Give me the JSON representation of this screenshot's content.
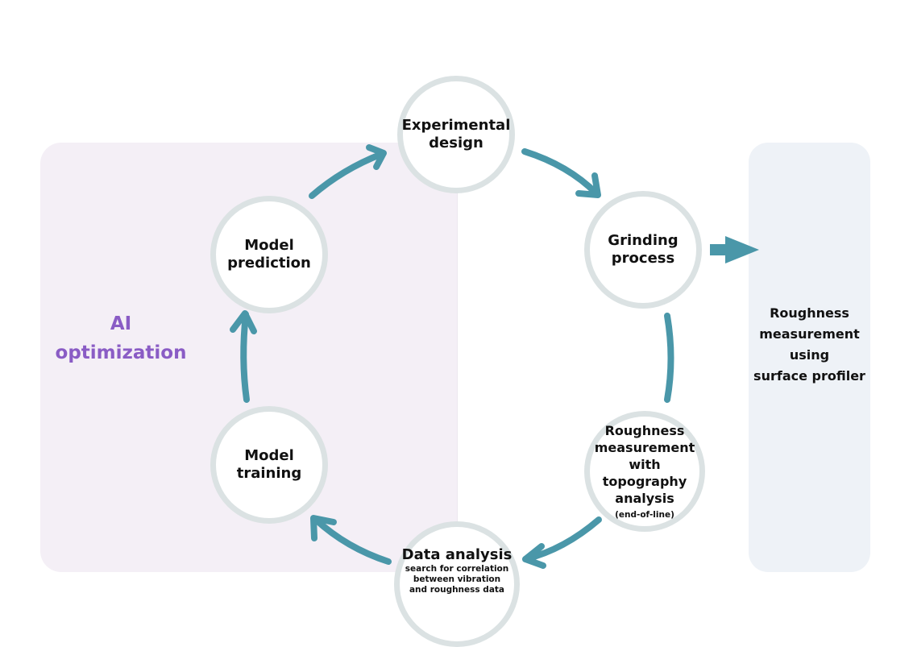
{
  "panels": {
    "ai_optimization": {
      "label_line1": "AI",
      "label_line2": "optimization",
      "color": "#8a5cc5",
      "background": "#f4eff6"
    },
    "surface_profiler": {
      "line1": "Roughness",
      "line2": "measurement",
      "line3": "using",
      "line4": "surface profiler",
      "background": "#eef2f7"
    }
  },
  "colors": {
    "arrow": "#4a97a9",
    "node_ring": "#dbe2e3"
  },
  "nodes": [
    {
      "id": "experimental-design",
      "line1": "Experimental",
      "line2": "design"
    },
    {
      "id": "grinding-process",
      "line1": "Grinding",
      "line2": "process"
    },
    {
      "id": "roughness-topography",
      "line1": "Roughness",
      "line2": "measurement",
      "line3": "with topography",
      "line4": "analysis",
      "note": "(end-of-line)"
    },
    {
      "id": "data-analysis",
      "title": "Data analysis",
      "sub1": "search for correlation",
      "sub2": "between vibration",
      "sub3": "and roughness data"
    },
    {
      "id": "model-training",
      "line1": "Model",
      "line2": "training"
    },
    {
      "id": "model-prediction",
      "line1": "Model",
      "line2": "prediction"
    }
  ],
  "edges": [
    {
      "from": "experimental-design",
      "to": "grinding-process",
      "arrowhead": true
    },
    {
      "from": "grinding-process",
      "to": "roughness-topography",
      "arrowhead": false
    },
    {
      "from": "roughness-topography",
      "to": "data-analysis",
      "arrowhead": true
    },
    {
      "from": "data-analysis",
      "to": "model-training",
      "arrowhead": true
    },
    {
      "from": "model-training",
      "to": "model-prediction",
      "arrowhead": true
    },
    {
      "from": "model-prediction",
      "to": "experimental-design",
      "arrowhead": true
    },
    {
      "from": "grinding-process",
      "to": "surface-profiler",
      "arrowhead": true,
      "style": "block"
    }
  ]
}
